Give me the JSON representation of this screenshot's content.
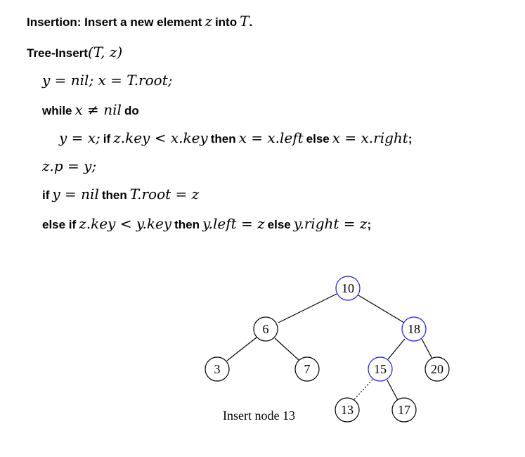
{
  "header": {
    "title_bold": "Insertion: Insert a new element",
    "title_var1": "z",
    "title_into": "into",
    "title_var2": "T",
    "title_end": "."
  },
  "algorithm": {
    "name": "Tree-Insert",
    "args": "(T, z)",
    "line1": "y = nil; x = T.root;",
    "line2_kw1": "while",
    "line2_cond": "x ≠ nil",
    "line2_kw2": "do",
    "line3_a": "y = x;",
    "line3_if": "if",
    "line3_cond": "z.key < x.key",
    "line3_then": "then",
    "line3_t": "x = x.left",
    "line3_else": "else",
    "line3_e": "x = x.right",
    "line3_end": ";",
    "line4": "z.p = y;",
    "line5_if": "if",
    "line5_cond": "y = nil",
    "line5_then": "then",
    "line5_t": "T.root = z",
    "line6_elseif": "else if",
    "line6_cond": "z.key < y.key",
    "line6_then": "then",
    "line6_t": "y.left = z",
    "line6_else": "else",
    "line6_e": "y.right = z",
    "line6_end": ";"
  },
  "tree": {
    "caption": "Insert node 13",
    "highlight_color": "#1a1aff",
    "default_color": "#000000",
    "nodes": {
      "n10": "10",
      "n6": "6",
      "n18": "18",
      "n3": "3",
      "n7": "7",
      "n15": "15",
      "n20": "20",
      "n13": "13",
      "n17": "17"
    },
    "path_nodes": [
      "10",
      "18",
      "15"
    ],
    "new_edge": "15-13 dotted"
  }
}
